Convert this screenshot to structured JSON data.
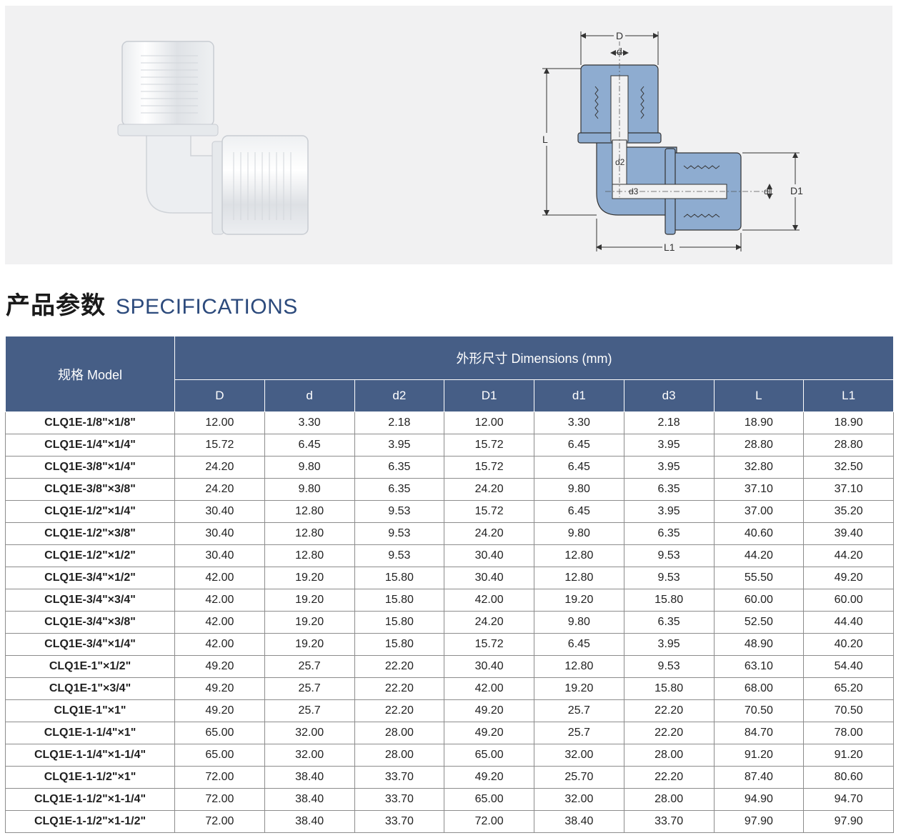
{
  "heading": {
    "cn": "产品参数",
    "en": "SPECIFICATIONS"
  },
  "drawing_labels": {
    "D": "D",
    "d": "d",
    "L": "L",
    "d2": "d2",
    "d3": "d3",
    "d1": "d1",
    "D1": "D1",
    "L1": "L1"
  },
  "colors": {
    "header_bg": "#465e86",
    "accent": "#2c4a7c",
    "part_fill": "#8eacd0"
  },
  "table": {
    "model_header": "规格 Model",
    "dimensions_header": "外形尺寸 Dimensions (mm)",
    "columns": [
      "D",
      "d",
      "d2",
      "D1",
      "d1",
      "d3",
      "L",
      "L1"
    ],
    "rows": [
      [
        "CLQ1E-1/8\"×1/8\"",
        "12.00",
        "3.30",
        "2.18",
        "12.00",
        "3.30",
        "2.18",
        "18.90",
        "18.90"
      ],
      [
        "CLQ1E-1/4\"×1/4\"",
        "15.72",
        "6.45",
        "3.95",
        "15.72",
        "6.45",
        "3.95",
        "28.80",
        "28.80"
      ],
      [
        "CLQ1E-3/8\"×1/4\"",
        "24.20",
        "9.80",
        "6.35",
        "15.72",
        "6.45",
        "3.95",
        "32.80",
        "32.50"
      ],
      [
        "CLQ1E-3/8\"×3/8\"",
        "24.20",
        "9.80",
        "6.35",
        "24.20",
        "9.80",
        "6.35",
        "37.10",
        "37.10"
      ],
      [
        "CLQ1E-1/2\"×1/4\"",
        "30.40",
        "12.80",
        "9.53",
        "15.72",
        "6.45",
        "3.95",
        "37.00",
        "35.20"
      ],
      [
        "CLQ1E-1/2\"×3/8\"",
        "30.40",
        "12.80",
        "9.53",
        "24.20",
        "9.80",
        "6.35",
        "40.60",
        "39.40"
      ],
      [
        "CLQ1E-1/2\"×1/2\"",
        "30.40",
        "12.80",
        "9.53",
        "30.40",
        "12.80",
        "9.53",
        "44.20",
        "44.20"
      ],
      [
        "CLQ1E-3/4\"×1/2\"",
        "42.00",
        "19.20",
        "15.80",
        "30.40",
        "12.80",
        "9.53",
        "55.50",
        "49.20"
      ],
      [
        "CLQ1E-3/4\"×3/4\"",
        "42.00",
        "19.20",
        "15.80",
        "42.00",
        "19.20",
        "15.80",
        "60.00",
        "60.00"
      ],
      [
        "CLQ1E-3/4\"×3/8\"",
        "42.00",
        "19.20",
        "15.80",
        "24.20",
        "9.80",
        "6.35",
        "52.50",
        "44.40"
      ],
      [
        "CLQ1E-3/4\"×1/4\"",
        "42.00",
        "19.20",
        "15.80",
        "15.72",
        "6.45",
        "3.95",
        "48.90",
        "40.20"
      ],
      [
        "CLQ1E-1\"×1/2\"",
        "49.20",
        "25.7",
        "22.20",
        "30.40",
        "12.80",
        "9.53",
        "63.10",
        "54.40"
      ],
      [
        "CLQ1E-1\"×3/4\"",
        "49.20",
        "25.7",
        "22.20",
        "42.00",
        "19.20",
        "15.80",
        "68.00",
        "65.20"
      ],
      [
        "CLQ1E-1\"×1\"",
        "49.20",
        "25.7",
        "22.20",
        "49.20",
        "25.7",
        "22.20",
        "70.50",
        "70.50"
      ],
      [
        "CLQ1E-1-1/4\"×1\"",
        "65.00",
        "32.00",
        "28.00",
        "49.20",
        "25.7",
        "22.20",
        "84.70",
        "78.00"
      ],
      [
        "CLQ1E-1-1/4\"×1-1/4\"",
        "65.00",
        "32.00",
        "28.00",
        "65.00",
        "32.00",
        "28.00",
        "91.20",
        "91.20"
      ],
      [
        "CLQ1E-1-1/2\"×1\"",
        "72.00",
        "38.40",
        "33.70",
        "49.20",
        "25.70",
        "22.20",
        "87.40",
        "80.60"
      ],
      [
        "CLQ1E-1-1/2\"×1-1/4\"",
        "72.00",
        "38.40",
        "33.70",
        "65.00",
        "32.00",
        "28.00",
        "94.90",
        "94.70"
      ],
      [
        "CLQ1E-1-1/2\"×1-1/2\"",
        "72.00",
        "38.40",
        "33.70",
        "72.00",
        "38.40",
        "33.70",
        "97.90",
        "97.90"
      ]
    ]
  }
}
